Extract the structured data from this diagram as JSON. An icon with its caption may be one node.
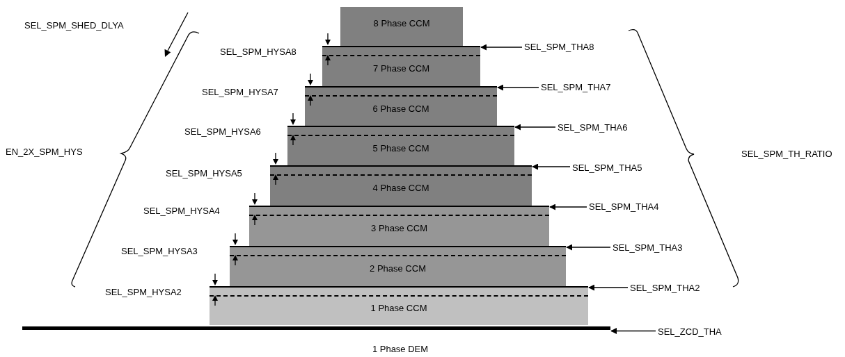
{
  "diagram": {
    "nodes": [
      {
        "text": [
          "8 Phase CCM"
        ]
      },
      {
        "text": [
          "7 Phase CCM"
        ]
      },
      {
        "text": [
          "6 Phase CCM"
        ]
      },
      {
        "text": [
          "5 Phase CCM"
        ]
      },
      {
        "text": [
          "4 Phase CCM"
        ]
      },
      {
        "text": [
          "3 Phase CCM"
        ]
      },
      {
        "text": [
          "2 Phase CCM"
        ]
      },
      {
        "text": [
          "1 Phase CCM"
        ]
      },
      {
        "text": [
          "SEL_SPM_THA8"
        ]
      },
      {
        "text": [
          "SEL_SPM_THA7"
        ]
      },
      {
        "text": [
          "SEL_SPM_THA6"
        ]
      },
      {
        "text": [
          "SEL_SPM_THA5"
        ]
      },
      {
        "text": [
          "SEL_SPM_THA4"
        ]
      },
      {
        "text": [
          "SEL_SPM_THA3"
        ]
      },
      {
        "text": [
          "SEL_SPM_THA2"
        ]
      },
      {
        "text": [
          "SEL_ZCD_THA"
        ]
      },
      {
        "text": [],
        "shape": "bar"
      }
    ],
    "edges": [
      {
        "from": 8,
        "to": 1,
        "arrow": "to"
      },
      {
        "from": 9,
        "to": 2,
        "arrow": "to"
      },
      {
        "from": 10,
        "to": 3,
        "arrow": "to"
      },
      {
        "from": 11,
        "to": 4,
        "arrow": "to"
      },
      {
        "from": 12,
        "to": 5,
        "arrow": "to"
      },
      {
        "from": 13,
        "to": 6,
        "arrow": "to"
      },
      {
        "from": 14,
        "to": 7,
        "arrow": "to"
      },
      {
        "from": 15,
        "to": 16,
        "arrow": "to"
      }
    ],
    "labels": [
      "SEL_SPM_SHED_DLYA",
      "SEL_SPM_HYSA8",
      "SEL_SPM_HYSA7",
      "SEL_SPM_HYSA6",
      "EN_2X_SPM_HYS",
      "SEL_SPM_TH_RATIO",
      "SEL_SPM_HYSA5",
      "SEL_SPM_HYSA4",
      "SEL_SPM_HYSA3",
      "SEL_SPM_HYSA2",
      "1 Phase DEM"
    ]
  }
}
